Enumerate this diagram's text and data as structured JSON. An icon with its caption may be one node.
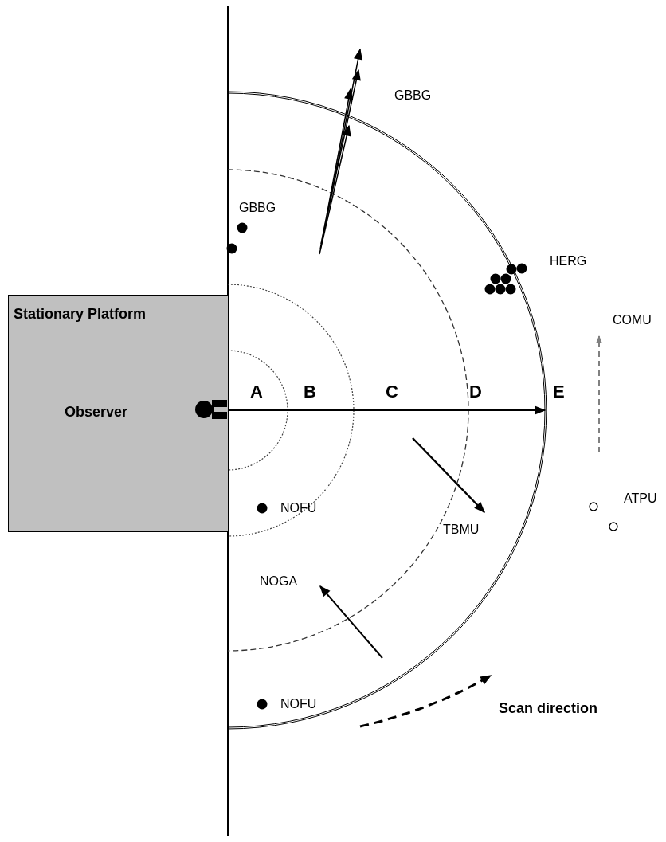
{
  "diagram": {
    "nodes": [
      {
        "text": [
          "Stationary Platform",
          "Observer"
        ]
      }
    ],
    "labels": [
      "GBBG",
      "GBBG",
      "HERG",
      "COMU",
      "A",
      "B",
      "C",
      "D",
      "E",
      "ATPU",
      "NOFU",
      "TBMU",
      "NOGA",
      "NOFU",
      "Scan direction"
    ]
  }
}
